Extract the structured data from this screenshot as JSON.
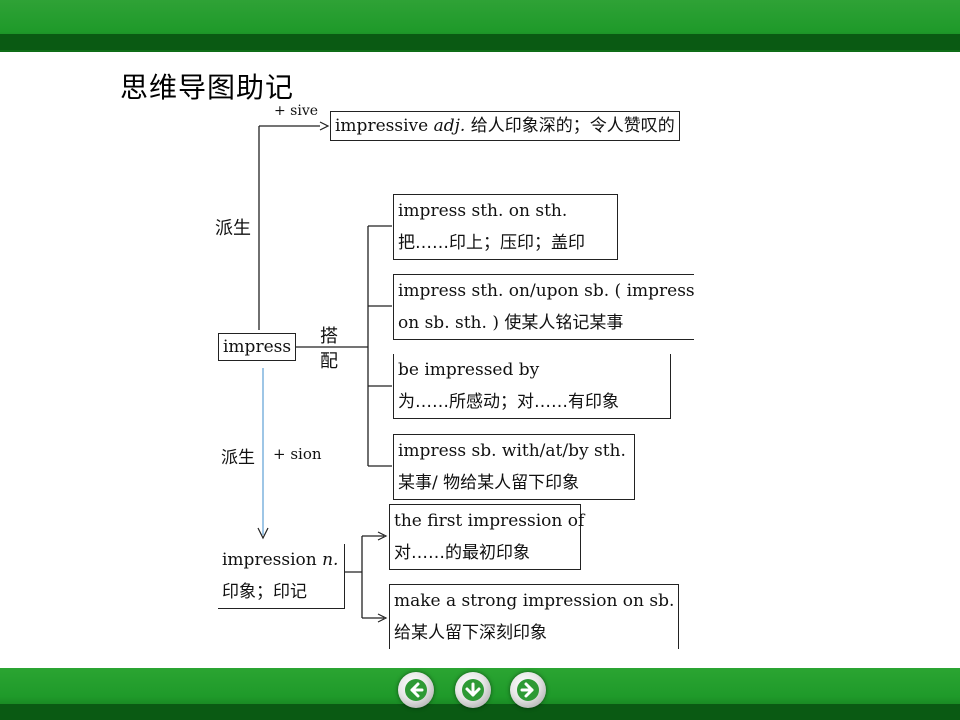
{
  "title": "思维导图助记",
  "root": "impress",
  "derive_label_top": "派生",
  "derive_label_bottom": "派生",
  "collocation_label_1": "搭",
  "collocation_label_2": "配",
  "suffix_sive": "+ sive",
  "suffix_sion": "+ sion",
  "impressive": {
    "word": "impressive",
    "pos": "adj.",
    "meaning": "给人印象深的；令人赞叹的"
  },
  "collocations": [
    {
      "line1": "impress sth. on sth.",
      "line2": "把……印上；压印；盖印"
    },
    {
      "line1": "impress sth. on/upon sb. ( impress",
      "line2": "on sb. sth. ) 使某人铭记某事"
    },
    {
      "line1": "be impressed by",
      "line2": "为……所感动；对……有印象"
    },
    {
      "line1": "impress sb. with/at/by sth.",
      "line2": "某事/ 物给某人留下印象"
    }
  ],
  "impression": {
    "word": "impression",
    "pos": "n.",
    "meaning": "印象；印记"
  },
  "impression_collocations": [
    {
      "line1": "the first impression of",
      "line2": "对……的最初印象"
    },
    {
      "line1": "make a strong impression on sb.",
      "line2": "给某人留下深刻印象"
    }
  ],
  "nav": {
    "prev_icon": "arrow-left-icon",
    "down_icon": "arrow-down-icon",
    "next_icon": "arrow-right-icon"
  },
  "colors": {
    "bar_green": "#1f9a2a",
    "bar_dark": "#0a5a13",
    "line_blue": "#6aa8d8"
  }
}
